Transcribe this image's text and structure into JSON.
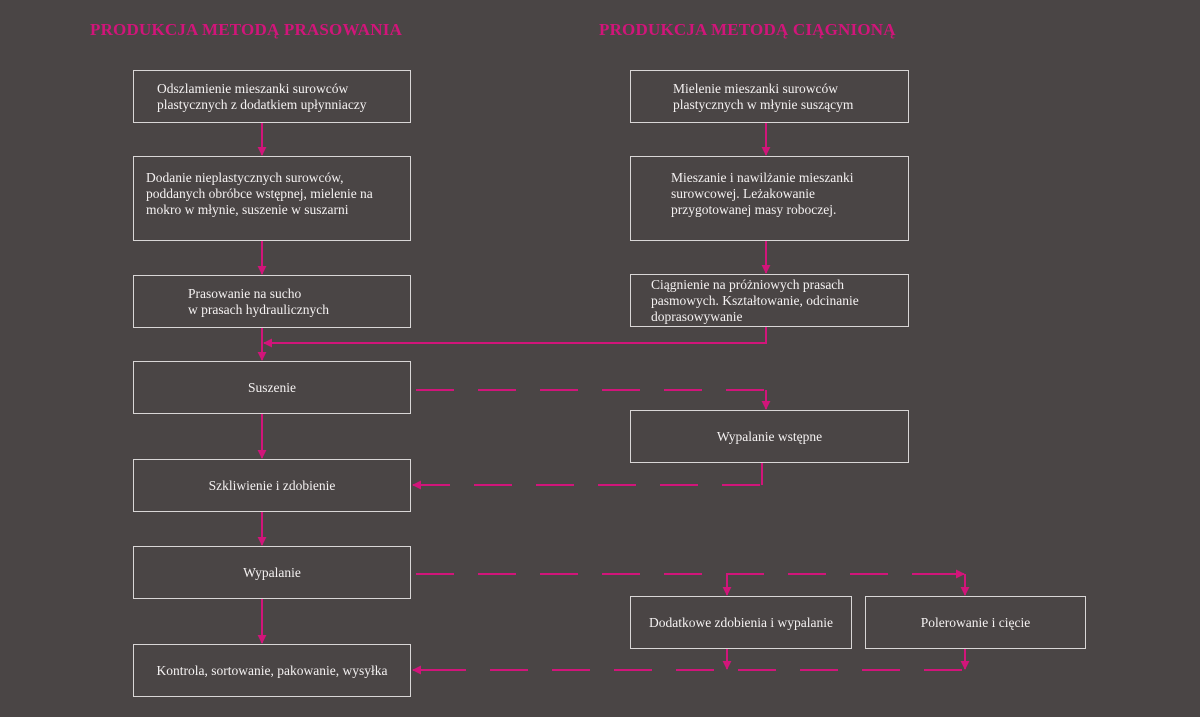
{
  "colors": {
    "background": "#4a4545",
    "accent": "#d1157a",
    "box_border": "#d9d6d6",
    "text": "#f4f1f1"
  },
  "titles": {
    "left": "PRODUKCJA METODĄ PRASOWANIA",
    "right": "PRODUKCJA METODĄ CIĄGNIONĄ"
  },
  "boxes": {
    "odszlamienie": [
      "Odszlamienie mieszanki surowców",
      "plastycznych z dodatkiem upłynniaczy"
    ],
    "dodanie": [
      "Dodanie nieplastycznych surowców,",
      "poddanych obróbce wstępnej, mielenie na",
      "mokro w młynie, suszenie w suszarni"
    ],
    "prasowanie": [
      "Prasowanie na sucho",
      "w prasach hydraulicznych"
    ],
    "suszenie": "Suszenie",
    "szkliwienie": "Szkliwienie i zdobienie",
    "wypalanie": "Wypalanie",
    "kontrola": "Kontrola, sortowanie, pakowanie, wysyłka",
    "mielenie": [
      "Mielenie mieszanki surowców",
      "plastycznych w młynie suszącym"
    ],
    "mieszanie": [
      "Mieszanie i nawilżanie mieszanki",
      "surowcowej. Leżakowanie",
      "przygotowanej masy roboczej."
    ],
    "ciagnienie": [
      "Ciągnienie na próżniowych prasach",
      "pasmowych. Kształtowanie, odcinanie",
      "doprasowywanie"
    ],
    "wypalanie_wstepne": "Wypalanie wstępne",
    "dodatkowe": "Dodatkowe zdobienia i wypalanie",
    "polerowanie": "Polerowanie i cięcie"
  }
}
